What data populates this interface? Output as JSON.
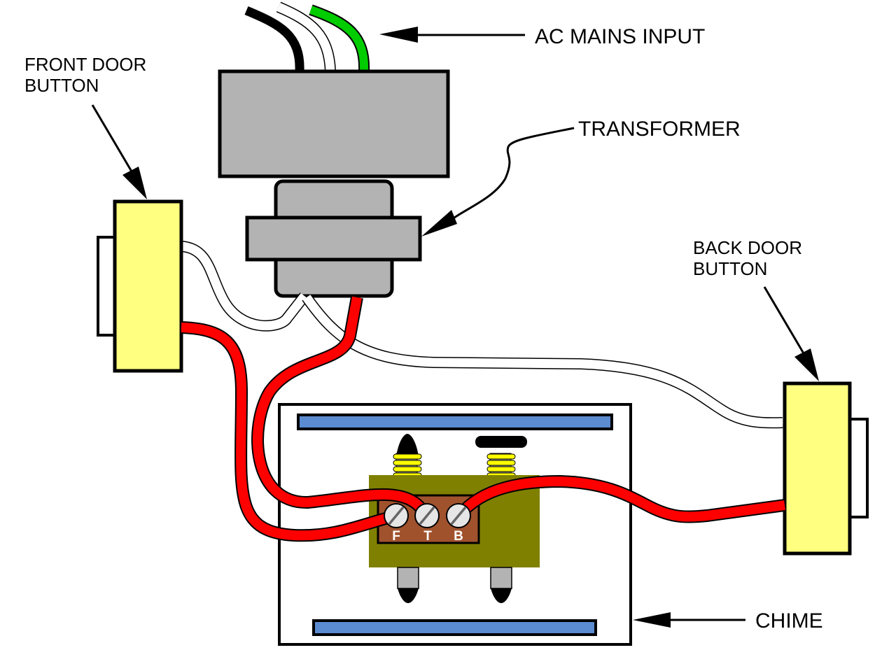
{
  "title": "Doorbell wiring diagram",
  "labels": {
    "ac_mains": "AC MAINS INPUT",
    "transformer": "TRANSFORMER",
    "front_door_line1": "FRONT DOOR",
    "front_door_line2": "BUTTON",
    "back_door_line1": "BACK DOOR",
    "back_door_line2": "BUTTON",
    "chime": "CHIME"
  },
  "terminals": [
    {
      "id": "F",
      "label": "F",
      "meaning": "front"
    },
    {
      "id": "T",
      "label": "T",
      "meaning": "transformer"
    },
    {
      "id": "B",
      "label": "B",
      "meaning": "back"
    }
  ],
  "colors": {
    "hot_wire": "#ff0000",
    "ground_wire": "#00cc00",
    "black_wire": "#000000",
    "neutral_wire": "#ffffff",
    "transformer": "#b3b3b3",
    "button": "#ffff80",
    "chime_board": "#808000",
    "terminal_block": "#a0522d",
    "screw": "#e6e6e6",
    "tone_bar": "#5b8bd0",
    "spring": "#ffff00"
  }
}
